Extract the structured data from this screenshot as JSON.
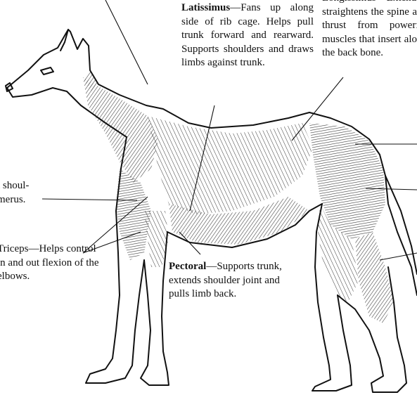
{
  "labels": {
    "latissimus": {
      "name": "Latissimus",
      "text": "—Fans up along side of rib cage. Helps pull trunk forward and rearward. Supports shoulders and draws limbs against trunk."
    },
    "erector": {
      "text": "Longissimus—Extends, straightens the spine and thrust from powerful muscles that insert along the back bone."
    },
    "shoulder": {
      "text": "t shoul- merus."
    },
    "triceps": {
      "text": "Triceps—Helps control in and out flexion of the elbows."
    },
    "pectoral": {
      "name": "Pectoral",
      "text": "—Supports trunk, extends shoulder joint and pulls limb back."
    }
  }
}
